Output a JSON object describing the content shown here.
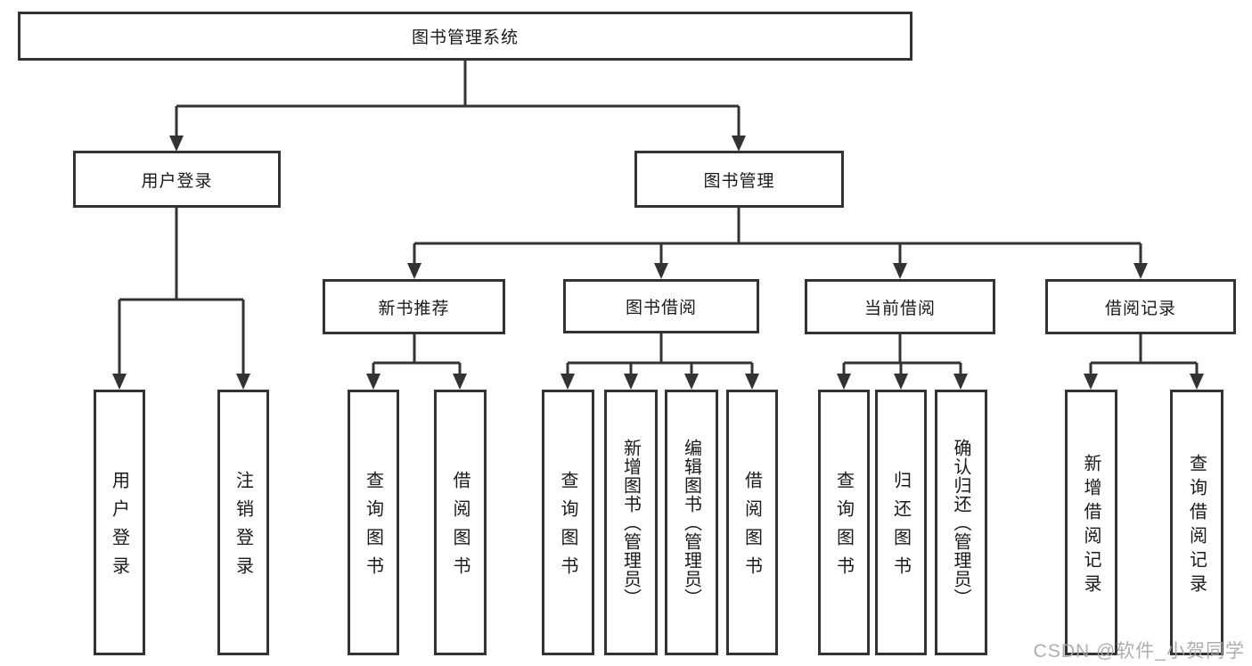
{
  "diagram_type": "hierarchy-tree",
  "tree": {
    "label": "图书管理系统",
    "children": [
      {
        "label": "用户登录",
        "children": [
          {
            "label": "用户登录"
          },
          {
            "label": "注销登录"
          }
        ]
      },
      {
        "label": "图书管理",
        "children": [
          {
            "label": "新书推荐",
            "children": [
              {
                "label": "查询图书"
              },
              {
                "label": "借阅图书"
              }
            ]
          },
          {
            "label": "图书借阅",
            "children": [
              {
                "label": "查询图书"
              },
              {
                "label": "新增图书（管理员）"
              },
              {
                "label": "编辑图书（管理员）"
              },
              {
                "label": "借阅图书"
              }
            ]
          },
          {
            "label": "当前借阅",
            "children": [
              {
                "label": "查询图书"
              },
              {
                "label": "归还图书"
              },
              {
                "label": "确认归还（管理员）"
              }
            ]
          },
          {
            "label": "借阅记录",
            "children": [
              {
                "label": "新增借阅记录"
              },
              {
                "label": "查询借阅记录"
              }
            ]
          }
        ]
      }
    ]
  },
  "watermark": {
    "text": "CSDN @软件_小贺同学"
  },
  "colors": {
    "line": "#333333",
    "box_border": "#333333",
    "text": "#1a1a1a",
    "watermark": "#a6a6a6",
    "background": "#ffffff"
  }
}
